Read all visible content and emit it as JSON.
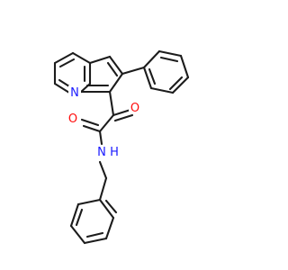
{
  "colors": {
    "bond": "#1c1c1c",
    "nitrogen": "#1a1aff",
    "oxygen": "#ff0d0d",
    "background": "#ffffff"
  },
  "molecule": {
    "atoms": [
      {
        "id": "n_ring",
        "element": "N",
        "label": "N"
      },
      {
        "id": "o_ketone",
        "element": "O",
        "label": "O"
      },
      {
        "id": "o_amide",
        "element": "O",
        "label": "O"
      },
      {
        "id": "n_amide",
        "element": "N",
        "label": "N"
      },
      {
        "id": "h_amide",
        "element": "H",
        "label": "H"
      }
    ]
  }
}
